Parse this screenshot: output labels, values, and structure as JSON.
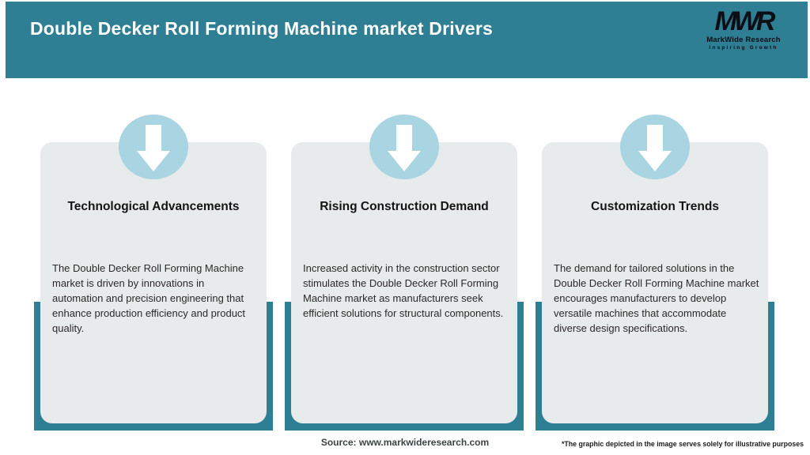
{
  "colors": {
    "teal": "#2e7e94",
    "light_blue": "#a9d4e1",
    "card_bg": "#e8ebeb",
    "title_text": "#141414",
    "body_text": "#2a2a2a",
    "footer_text": "#3d4345",
    "white": "#ffffff"
  },
  "header": {
    "title": "Double Decker Roll Forming Machine market Drivers",
    "logo": {
      "monogram": "MWR",
      "name": "MarkWide Research",
      "tagline": "Inspiring Growth"
    }
  },
  "cards": [
    {
      "icon": "down-arrow-icon",
      "title": "Technological Advancements",
      "description": "The Double Decker Roll Forming Machine market is driven by innovations in automation and precision engineering that enhance production efficiency and product quality."
    },
    {
      "icon": "down-arrow-icon",
      "title": "Rising Construction Demand",
      "description": "Increased activity in the construction sector stimulates the Double Decker Roll Forming Machine market as manufacturers seek efficient solutions for structural components."
    },
    {
      "icon": "down-arrow-icon",
      "title": "Customization Trends",
      "description": "The demand for tailored solutions in the Double Decker Roll Forming Machine market encourages manufacturers to develop versatile machines that accommodate diverse design specifications."
    }
  ],
  "footer": {
    "source": "Source: www.markwideresearch.com",
    "disclaimer": "*The graphic depicted in the image serves solely for illustrative purposes"
  }
}
